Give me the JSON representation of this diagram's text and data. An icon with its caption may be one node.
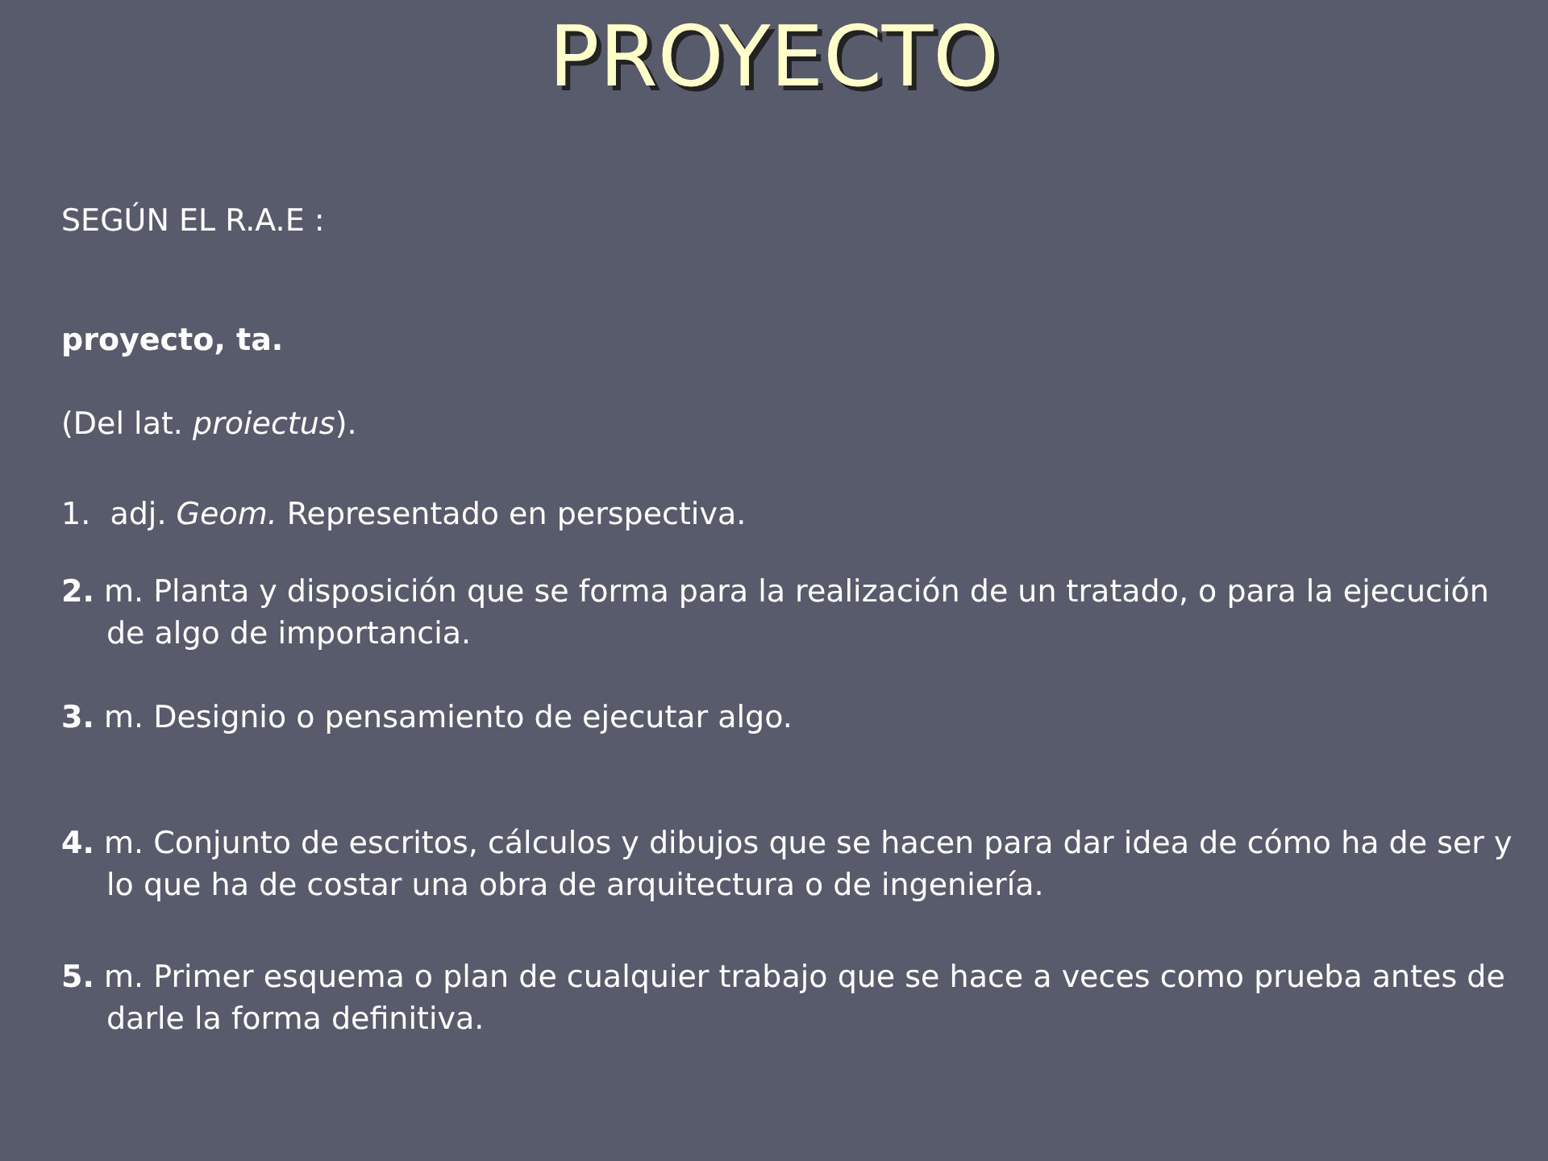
{
  "diagram": {
    "title": "PROYECTO",
    "labels": [
      "SEGÚN EL R.A.E :",
      "proyecto, ta.",
      "(Del lat. *proiectus*).",
      "1.  adj. *Geom.* Representado en perspectiva.",
      "**2.** m. Planta y disposición que se forma para la realización de un tratado, o para la ejecución de algo de importancia.",
      "**3.** m. Designio o pensamiento de ejecutar algo.",
      "**4.** m. Conjunto de escritos, cálculos y dibujos que se hacen para dar idea de cómo ha de ser y lo que ha de costar una obra de arquitectura o de ingeniería.",
      "**5.** m. Primer esquema o plan de cualquier trabajo que se hace a veces como prueba antes de darle la forma definitiva."
    ]
  }
}
